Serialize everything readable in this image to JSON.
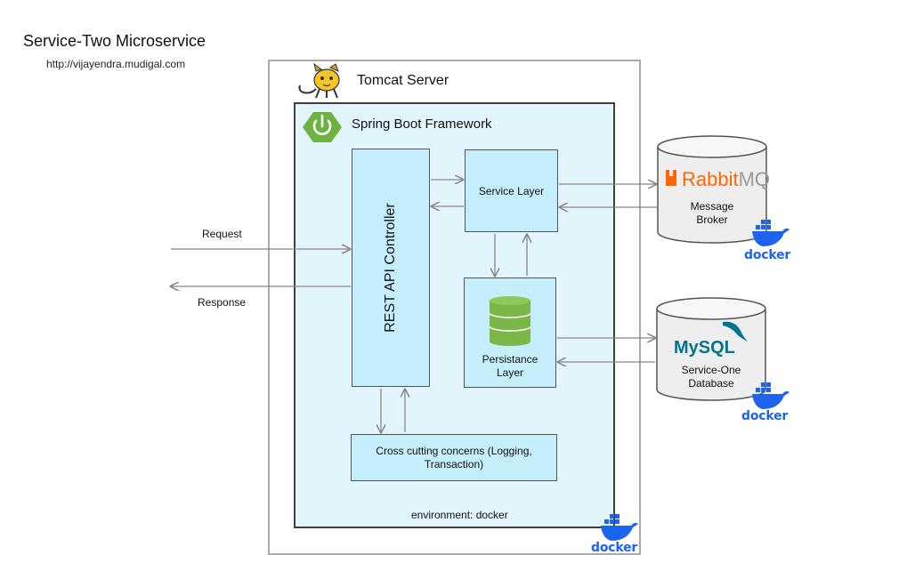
{
  "title": "Service-Two Microservice",
  "subtitle": "http://vijayendra.mudigal.com",
  "tomcat": {
    "label": "Tomcat Server"
  },
  "spring": {
    "label": "Spring Boot Framework",
    "environment": "environment: docker"
  },
  "components": {
    "rest": "REST API Controller",
    "service": "Service Layer",
    "persistence": "Persistance Layer",
    "cross_cutting": "Cross cutting concerns (Logging, Transaction)"
  },
  "flows": {
    "request": "Request",
    "response": "Response"
  },
  "external": {
    "broker": {
      "logo_main": "Rabbit",
      "logo_tail": "MQ",
      "label": "Message Broker"
    },
    "database": {
      "logo_main": "MySQL",
      "label": "Service-One Database"
    }
  },
  "docker_label": "docker",
  "colors": {
    "component_fill": "#c5eefb",
    "spring_fill": "#e3f5fc",
    "spring_green": "#6db33f",
    "docker_blue": "#1d63ed",
    "rabbit_orange": "#ff6600",
    "mysql_blue": "#00758f",
    "db_green": "#7ab648"
  }
}
